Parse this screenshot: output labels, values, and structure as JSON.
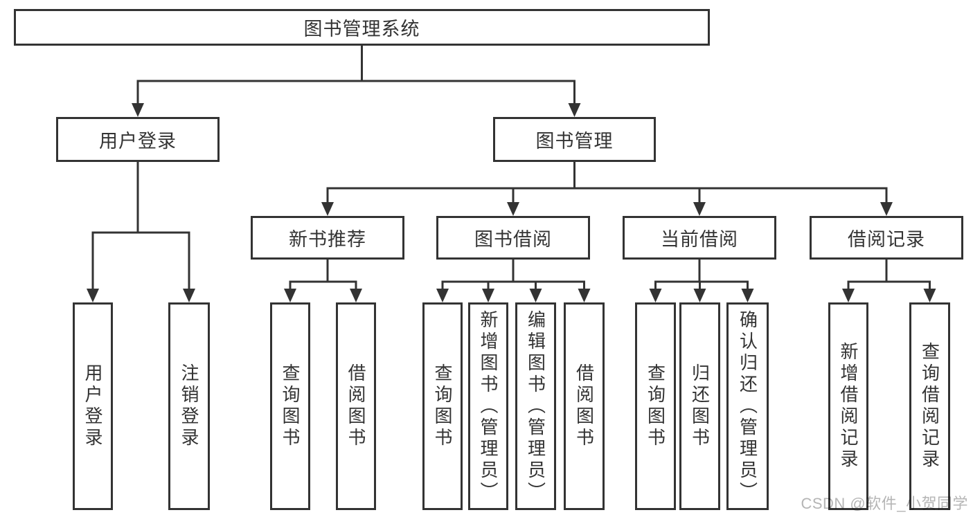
{
  "colors": {
    "line": "#333333",
    "box_border": "#333333",
    "text": "#333333",
    "background": "#ffffff",
    "watermark": "#b5b5b5"
  },
  "nodes": {
    "root": {
      "label": "图书管理系统"
    },
    "user_login": {
      "label": "用户登录"
    },
    "book_management": {
      "label": "图书管理"
    },
    "new_book_recommend": {
      "label": "新书推荐"
    },
    "book_borrowing": {
      "label": "图书借阅"
    },
    "current_borrowing": {
      "label": "当前借阅"
    },
    "borrowing_records": {
      "label": "借阅记录"
    },
    "leaf_user_login": {
      "label": "用户登录"
    },
    "leaf_logout": {
      "label": "注销登录"
    },
    "leaf_nb_query_books": {
      "label": "查询图书"
    },
    "leaf_nb_borrow_books": {
      "label": "借阅图书"
    },
    "leaf_bb_query_books": {
      "label": "查询图书"
    },
    "leaf_bb_add_books": {
      "label": "新增图书（管理员）"
    },
    "leaf_bb_edit_books": {
      "label": "编辑图书（管理员）"
    },
    "leaf_bb_borrow_books": {
      "label": "借阅图书"
    },
    "leaf_cb_query_books": {
      "label": "查询图书"
    },
    "leaf_cb_return_books": {
      "label": "归还图书"
    },
    "leaf_cb_confirm_return": {
      "label": "确认归还（管理员）"
    },
    "leaf_br_add_record": {
      "label": "新增借阅记录"
    },
    "leaf_br_query_record": {
      "label": "查询借阅记录"
    }
  },
  "watermark": {
    "text": "CSDN @软件_小贺同学"
  }
}
